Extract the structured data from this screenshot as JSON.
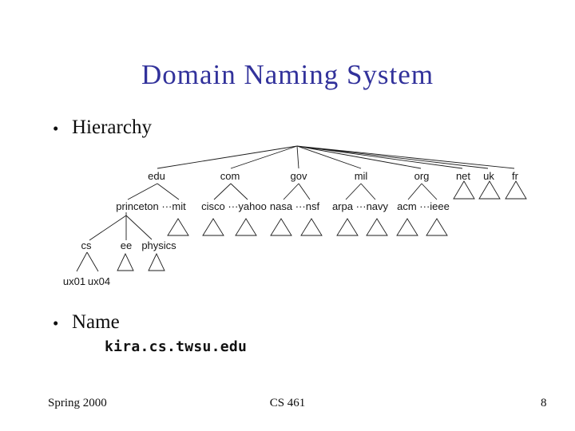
{
  "slide": {
    "title": "Domain Naming System",
    "bullet_glyph": "•",
    "bullets": [
      "Hierarchy",
      "Name"
    ],
    "domain_example": "kira.cs.twsu.edu",
    "footer": {
      "semester": "Spring 2000",
      "course": "CS 461",
      "page_number": "8"
    },
    "colors": {
      "title": "#32329b",
      "body_text": "#0e0e0e",
      "tree_lines": "#1c1c1c"
    }
  },
  "tree": {
    "level1": [
      "edu",
      "com",
      "gov",
      "mil",
      "org",
      "net",
      "uk",
      "fr"
    ],
    "level2": [
      "princeton ···mit",
      "cisco ···yahoo",
      "nasa ···nsf",
      "arpa ···navy",
      "acm ···ieee"
    ],
    "level3": [
      "cs",
      "ee",
      "physics"
    ],
    "level4": [
      "ux01",
      "ux04"
    ]
  }
}
